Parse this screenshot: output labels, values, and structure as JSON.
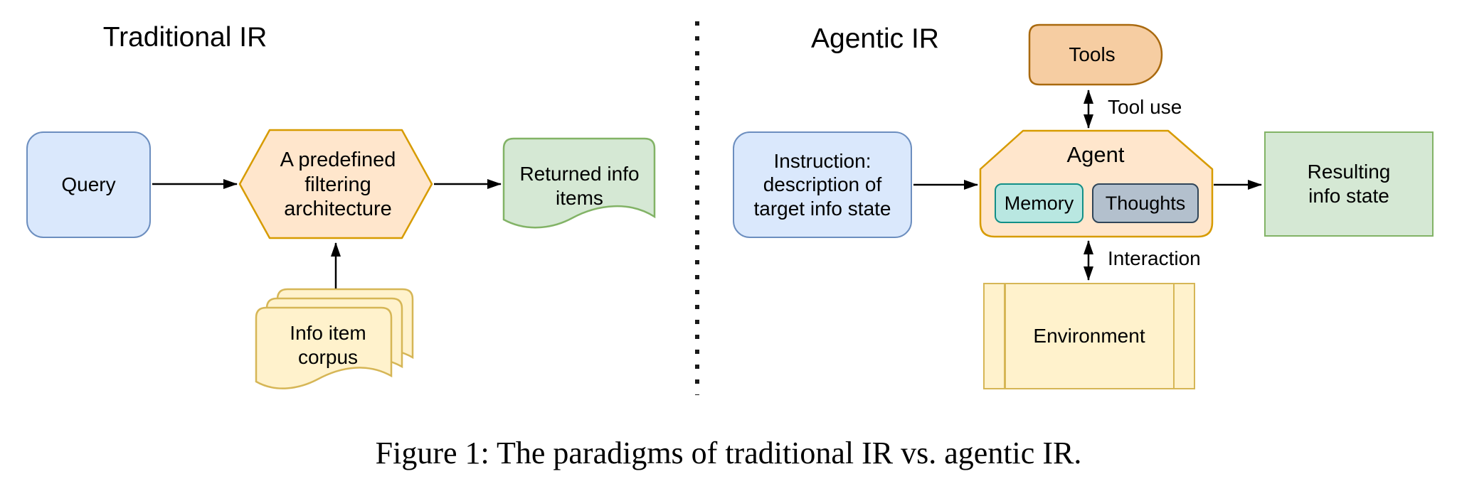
{
  "figure": {
    "caption": "Figure 1: The paradigms of traditional IR vs. agentic IR."
  },
  "traditional": {
    "title": "Traditional IR",
    "nodes": {
      "query": "Query",
      "filter": "A predefined\nfiltering\narchitecture",
      "returned": "Returned info\nitems",
      "corpus": "Info item\ncorpus"
    }
  },
  "agentic": {
    "title": "Agentic IR",
    "nodes": {
      "tools": "Tools",
      "instruction": "Instruction:\ndescription of\ntarget info state",
      "agent": "Agent",
      "memory": "Memory",
      "thoughts": "Thoughts",
      "resulting": "Resulting\ninfo state",
      "environment": "Environment"
    },
    "edge_labels": {
      "tool_use": "Tool use",
      "interaction": "Interaction"
    }
  },
  "colors": {
    "node_blue_fill": "#DAE8FC",
    "node_blue_stroke": "#6C8EBF",
    "node_orange_fill": "#FFE6CC",
    "node_orange_stroke": "#D79B00",
    "tools_fill": "#F6CDA2",
    "tools_stroke": "#A9690E",
    "node_yellow_fill": "#FFF2CC",
    "node_yellow_stroke": "#D6B656",
    "node_green_fill": "#D5E8D4",
    "node_green_stroke": "#82B366",
    "memory_fill": "#B9E7E1",
    "memory_stroke": "#128F87",
    "thoughts_fill": "#B3C0CD",
    "thoughts_stroke": "#304558",
    "arrow_color": "#000000"
  }
}
